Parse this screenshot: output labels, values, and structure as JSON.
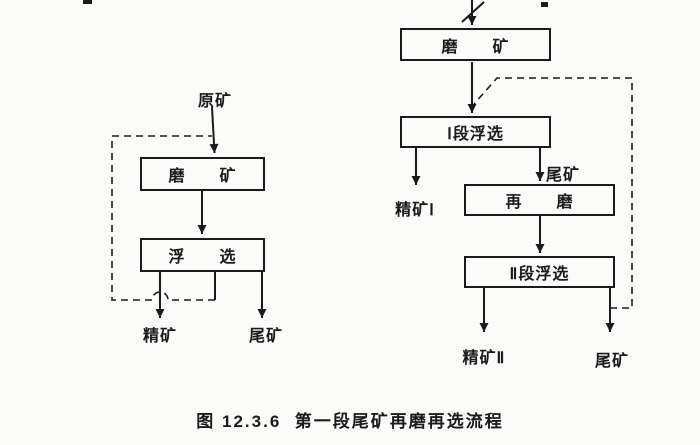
{
  "colors": {
    "ink": "#1b1b1b",
    "paper": "#fbfbf9"
  },
  "caption": "图 12.3.6  第一段尾矿再磨再选流程",
  "left_flow": {
    "feed_label": "原矿",
    "grinding_box": "磨　　矿",
    "flotation_box": "浮　　选",
    "concentrate_label": "精矿",
    "tailings_label": "尾矿"
  },
  "right_flow": {
    "grinding_box": "磨　　矿",
    "stage1_box": "Ⅰ段浮选",
    "tailings_mid_label": "尾矿",
    "concentrate1_label": "精矿Ⅰ",
    "regrind_box": "再　　磨",
    "stage2_box": "Ⅱ段浮选",
    "concentrate2_label": "精矿Ⅱ",
    "tailings_out_label": "尾矿"
  }
}
